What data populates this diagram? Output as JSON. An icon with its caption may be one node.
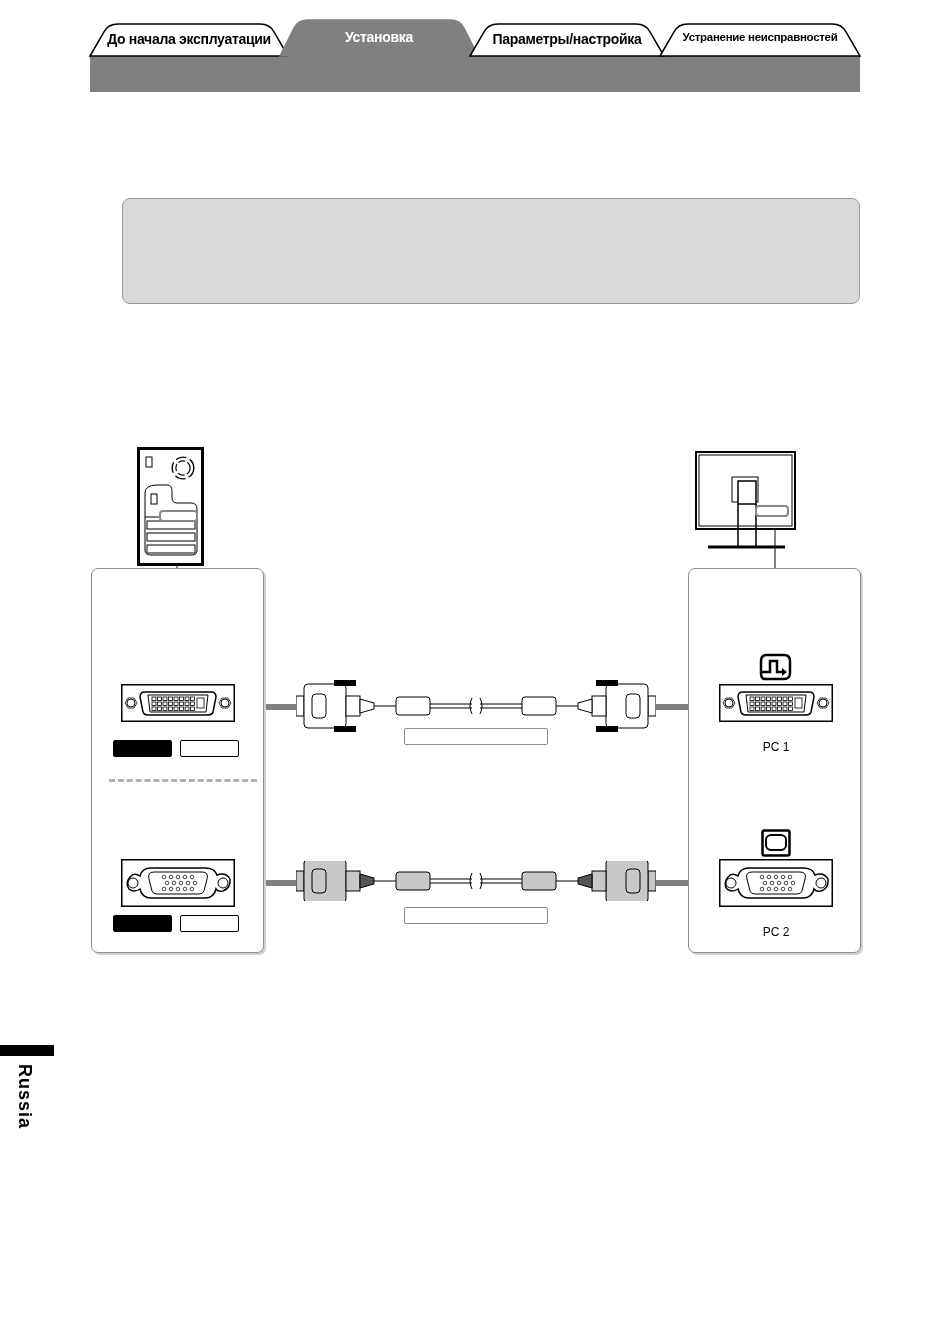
{
  "diagram": {
    "nodes": [
      {
        "text": [
          "До начала эксплуатации"
        ]
      },
      {
        "text": [
          "Установка"
        ]
      },
      {
        "text": [
          "Параметры/настройка"
        ]
      },
      {
        "text": [
          "Устранение неисправностей"
        ]
      },
      {
        "text": [],
        "shape": "picture"
      },
      {
        "text": [],
        "shape": "picture"
      },
      {
        "text": [],
        "shape": "box"
      },
      {
        "text": [],
        "shape": "box"
      },
      {
        "text": [],
        "shape": "box",
        "in": 6
      },
      {
        "text": [],
        "shape": "box",
        "in": 6
      },
      {
        "text": [],
        "shape": "box",
        "in": 7,
        "beside": [
          "PC 1"
        ]
      },
      {
        "text": [],
        "shape": "box",
        "in": 7,
        "beside": [
          "PC 2"
        ]
      },
      {
        "text": [],
        "shape": "picture"
      },
      {
        "text": [],
        "shape": "picture"
      }
    ],
    "edges": [
      {
        "from": 4,
        "to": 6,
        "arrow": "none"
      },
      {
        "from": 5,
        "to": 7,
        "arrow": "none"
      },
      {
        "from": 12,
        "to": 8,
        "arrow": "to"
      },
      {
        "from": 12,
        "to": 10,
        "arrow": "to"
      },
      {
        "from": 13,
        "to": 9,
        "arrow": "to"
      },
      {
        "from": 13,
        "to": 11,
        "arrow": "to"
      }
    ],
    "labels": [
      "Russia"
    ]
  }
}
